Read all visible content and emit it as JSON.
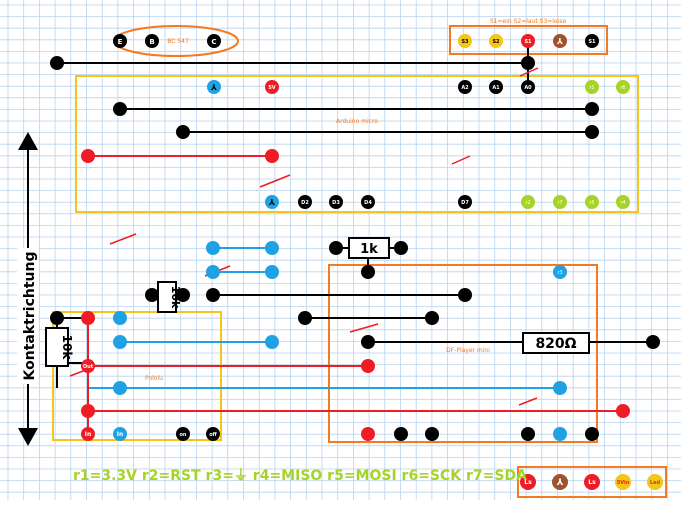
{
  "side_label": "Kontaktrichtung",
  "transistor": {
    "label": "BC 547",
    "pins": [
      "E",
      "B",
      "C"
    ]
  },
  "switches": {
    "legend": "S1=ein  S2=laut  S3=leise",
    "labels": [
      "S3",
      "S2",
      "S1",
      "⅄",
      "S1"
    ]
  },
  "arduino": {
    "title": "Arduino micro",
    "top_pins": [
      "⅄",
      "5V",
      "A2",
      "A1",
      "A0",
      "r1",
      "r6"
    ],
    "bottom_pins": [
      "⅄",
      "D2",
      "D3",
      "D4",
      "D7",
      "r2",
      "r7",
      "r5",
      "r4"
    ]
  },
  "dfplayer": {
    "title": "DF-Player mini",
    "pin_r3": "r3"
  },
  "pololu": {
    "title": "Pololu",
    "pins": [
      "Out",
      "In",
      "In",
      "on",
      "off"
    ]
  },
  "resistors": [
    "1k",
    "10k",
    "10k",
    "820Ω"
  ],
  "legend": "r1=3.3V r2=RST r3=⏚ r4=MISO r5=MOSI r6=SCK r7=SDA",
  "speaker": {
    "labels": [
      "Ls",
      "⅄",
      "Ls",
      "5Vin",
      "Led"
    ]
  },
  "colors": {
    "grid": "#b9d3ee",
    "black": "#000000",
    "red": "#ee1c24",
    "blue": "#1fa1e3",
    "orange": "#f47920",
    "yellow": "#f5c518",
    "green": "#a6d32a",
    "brown": "#a0522d",
    "legend_text": "#a6d32a"
  }
}
